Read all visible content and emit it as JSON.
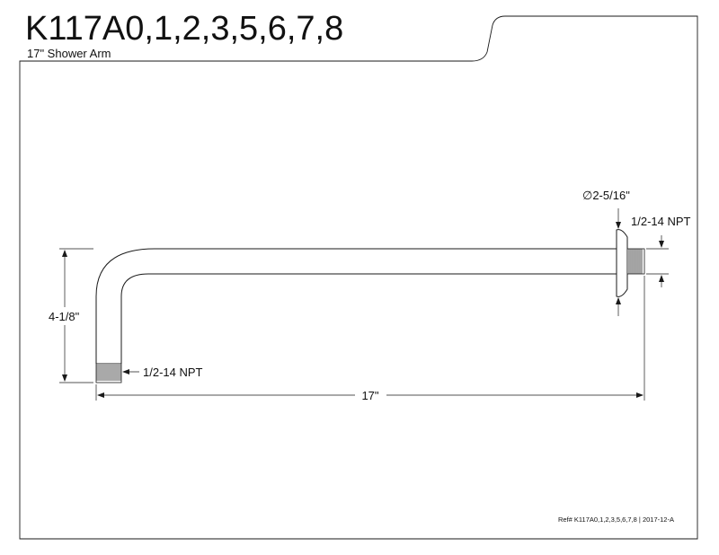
{
  "title": "K117A0,1,2,3,5,6,7,8",
  "subtitle": "17\" Shower Arm",
  "dimensions": {
    "flange_diameter": "2-5/16\"",
    "thread_top": "1/2-14 NPT",
    "thread_bottom": "1/2-14 NPT",
    "height": "4-1/8\"",
    "length": "17\""
  },
  "reference": "Ref# K117A0,1,2,3,5,6,7,8 | 2017-12-A",
  "colors": {
    "line": "#1a1a1a",
    "background": "#ffffff"
  }
}
